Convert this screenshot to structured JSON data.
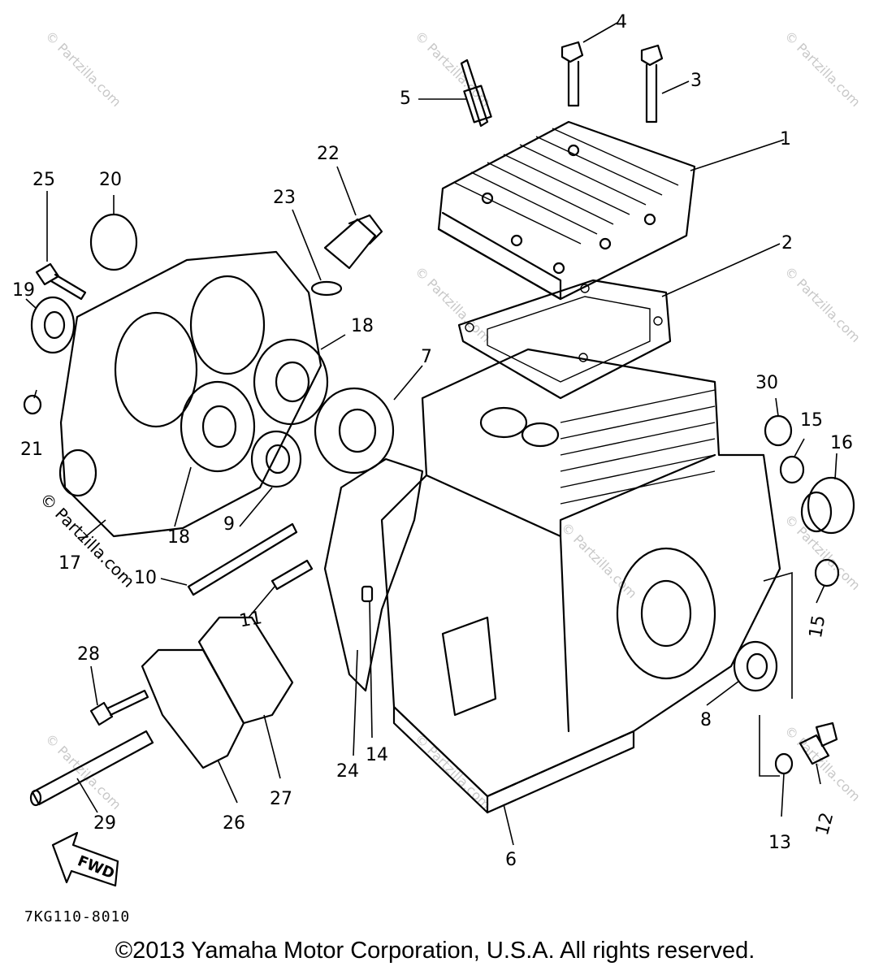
{
  "diagram": {
    "code": "7KG110-8010",
    "copyright": "©2013 Yamaha Motor Corporation, U.S.A. All rights reserved.",
    "watermark": "© Partzilla.com",
    "fwd_label": "FWD",
    "callouts": [
      "1",
      "2",
      "3",
      "4",
      "5",
      "6",
      "7",
      "8",
      "9",
      "10",
      "11",
      "12",
      "13",
      "14",
      "15",
      "15",
      "16",
      "17",
      "18",
      "18",
      "19",
      "20",
      "21",
      "22",
      "23",
      "24",
      "25",
      "26",
      "27",
      "28",
      "29",
      "30"
    ]
  }
}
